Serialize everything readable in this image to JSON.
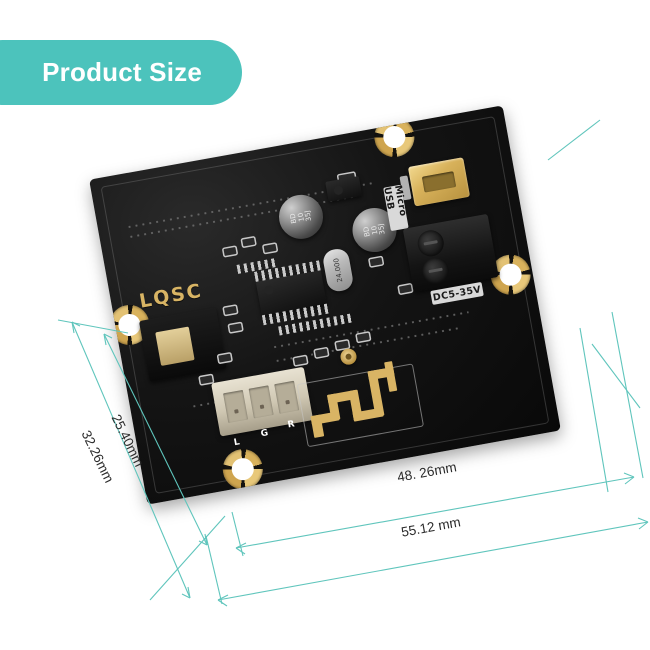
{
  "banner": {
    "label": "Product Size",
    "color": "#4cc3bc",
    "text_color": "#ffffff"
  },
  "dimensions": {
    "line_color": "#5fc5bc",
    "items": [
      {
        "id": "width-inner",
        "value": "48. 26mm",
        "axis": "horizontal",
        "note": "board width excluding mounting tabs"
      },
      {
        "id": "width-outer",
        "value": "55.12 mm",
        "axis": "horizontal",
        "note": "overall width including mounting tabs"
      },
      {
        "id": "height-inner",
        "value": "25.40mm",
        "axis": "vertical",
        "note": "board height excluding mounting tabs"
      },
      {
        "id": "height-outer",
        "value": "32.26mm",
        "axis": "vertical",
        "note": "overall height including mounting tabs"
      }
    ]
  },
  "board": {
    "name": "bluetooth-audio-receiver-board",
    "pcb_color": "#101010",
    "silkscreen_gold": "#d8b464",
    "brand_logo": "LQSC",
    "markings": {
      "micro_usb": "Micro USB",
      "power_input": "DC5-35V",
      "audio_left": "L",
      "audio_ground": "G",
      "audio_right": "R"
    },
    "components": {
      "capacitor_1": "BD\n10\n35J",
      "capacitor_2": "BD\n10\n35J",
      "crystal": "24.000"
    }
  }
}
